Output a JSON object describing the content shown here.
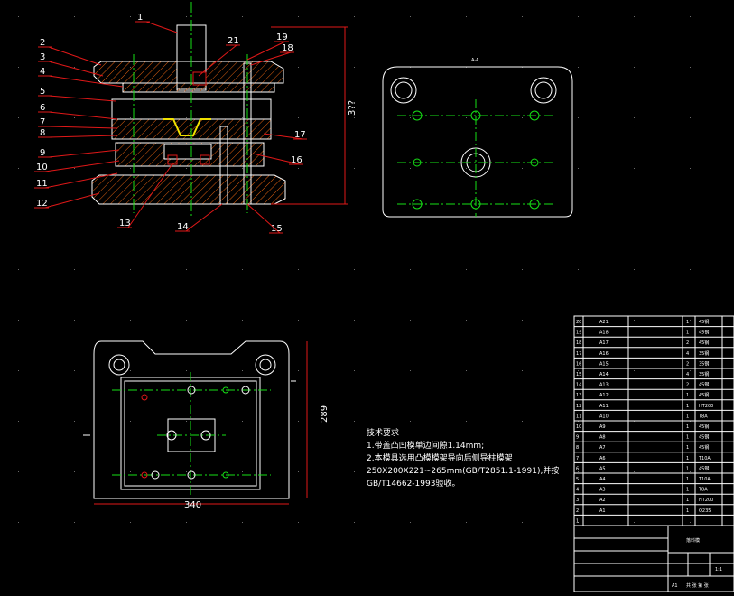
{
  "callouts": [
    "1",
    "2",
    "3",
    "4",
    "5",
    "6",
    "7",
    "8",
    "9",
    "10",
    "11",
    "12",
    "13",
    "14",
    "15",
    "16",
    "17",
    "18",
    "19",
    "21"
  ],
  "dims": {
    "section_height": "3??",
    "plan_width": "340",
    "plan_height": "289"
  },
  "views": {
    "top_label": "A-A"
  },
  "notes": {
    "title": "技术要求",
    "line1": "1.带盖凸凹模单边间隙1.14mm;",
    "line2": "2.本模具选用凸模模架导向后侧导柱模架",
    "line3": "250X200X221~265mm(GB/T2851.1-1991),并按",
    "line4": "GB/T14662-1993验收。"
  },
  "bom": {
    "rows": [
      [
        "20",
        "A21",
        "",
        "1",
        "45钢"
      ],
      [
        "19",
        "A18",
        "",
        "1",
        "45钢"
      ],
      [
        "18",
        "A17",
        "",
        "2",
        "45钢"
      ],
      [
        "17",
        "A16",
        "",
        "4",
        "35钢"
      ],
      [
        "16",
        "A15",
        "",
        "2",
        "35钢"
      ],
      [
        "15",
        "A14",
        "",
        "4",
        "35钢"
      ],
      [
        "14",
        "A13",
        "",
        "2",
        "45钢"
      ],
      [
        "13",
        "A12",
        "",
        "1",
        "45钢"
      ],
      [
        "12",
        "A11",
        "",
        "1",
        "HT200"
      ],
      [
        "11",
        "A10",
        "",
        "1",
        "T8A"
      ],
      [
        "10",
        "A9",
        "",
        "1",
        "45钢"
      ],
      [
        "9",
        "A8",
        "",
        "1",
        "45钢"
      ],
      [
        "8",
        "A7",
        "",
        "1",
        "45钢"
      ],
      [
        "7",
        "A6",
        "",
        "1",
        "T10A"
      ],
      [
        "6",
        "A5",
        "",
        "1",
        "45钢"
      ],
      [
        "5",
        "A4",
        "",
        "1",
        "T10A"
      ],
      [
        "4",
        "A3",
        "",
        "1",
        "T8A"
      ],
      [
        "3",
        "A2",
        "",
        "1",
        "HT200"
      ],
      [
        "2",
        "A1",
        "",
        "1",
        "Q235"
      ],
      [
        "1",
        "",
        "",
        "",
        ""
      ]
    ],
    "drawing_title": "落料模",
    "scale": "1:1",
    "sheet": "A1",
    "sheet_note": "共 张 第 张"
  }
}
